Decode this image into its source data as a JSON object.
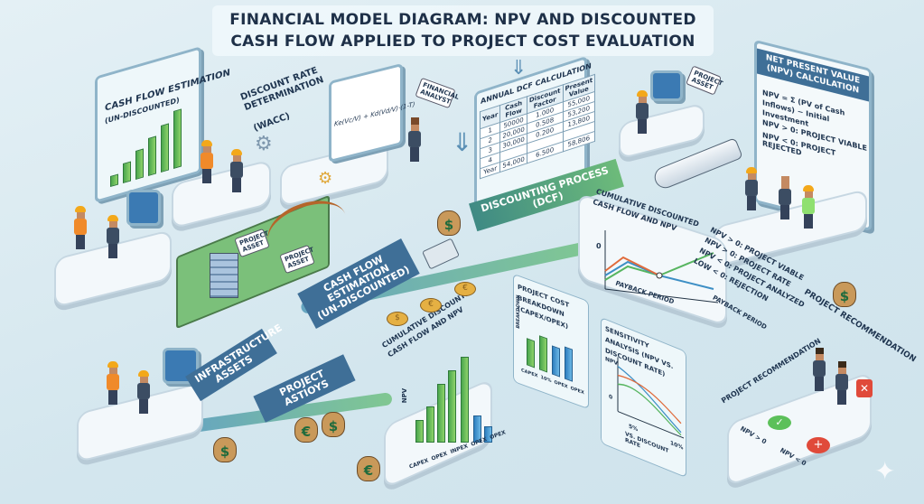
{
  "title": {
    "line1": "FINANCIAL MODEL DIAGRAM: NPV AND DISCOUNTED",
    "line2": "CASH FLOW APPLIED TO PROJECT COST EVALUATION"
  },
  "cash_flow_panel": {
    "title": "Cash Flow Estimation",
    "subtitle": "(Un-Discounted)"
  },
  "discount_rate": {
    "title": "Discount Rate Determination",
    "subtitle": "(WACC)",
    "formula": "Ke(Vc/V) + Kd(Vd/V)·(1-T)"
  },
  "financial_analyst_tag": "Financial Analyst",
  "dcf_table": {
    "title": "Annual DCF Calculation",
    "headers": [
      "Year",
      "Cash Flow",
      "Discount Factor",
      "Present Value"
    ],
    "rows": [
      [
        "1",
        "50000",
        "1.000",
        "55,000"
      ],
      [
        "2",
        "20,000",
        "0.508",
        "53,200"
      ],
      [
        "3",
        "30,000",
        "0.200",
        "13,800"
      ],
      [
        "4",
        "",
        "",
        ""
      ],
      [
        "Year",
        "54,000",
        "6.500",
        "58,806"
      ]
    ]
  },
  "project_asset_tags": [
    "Project Asset",
    "Project Asset",
    "Project Asset"
  ],
  "npv_panel": {
    "title": "Net Present Value (NPV) Calculation",
    "formula": "NPV = Σ (PV of Cash Inflows) − Initial Investment",
    "rule1": "NPV > 0: Project Viable",
    "rule2": "NPV < 0: Project Rejected"
  },
  "discounting_banner": {
    "line1": "Discounting Process",
    "line2": "(DCF)"
  },
  "cumulative_top": {
    "title": "Cumulative Discounted Cash Flow and NPV",
    "zero": "0",
    "xlabel": "Payback Period",
    "end_label": "Payback Period",
    "bullets": [
      "NPV > 0: Project Viable",
      "NPV > 0: Project Rate",
      "NPV < 0: Project Analyzed",
      "Low < 0: Rejection"
    ]
  },
  "infrastructure_banner": "Infrastructure Assets",
  "cash_flow_banner": {
    "line1": "Cash Flow Estimation",
    "line2": "(Un-Discounted)"
  },
  "project_banner": "Project Astioys",
  "cumulative_bottom": {
    "title": "Cumulative Discounted Cash Flow and NPV",
    "ylabel": "NPV",
    "xlabels": [
      "CAPEX",
      "OPEX",
      "INPEX",
      "OPEX",
      "OPEX"
    ]
  },
  "cost_breakdown": {
    "title": "Project Cost Breakdown (CAPEX/OPEX)",
    "ylabel": "Breakdown",
    "xlabels": [
      "CAPEX",
      "10%",
      "OPEX",
      "OPEX"
    ]
  },
  "sensitivity": {
    "title": "Sensitivity Analysis (NPV vs. Discount Rate)",
    "ylabel": "NPV",
    "zero": "0",
    "x1": "5%",
    "x2": "10%",
    "xlabel": "vs. Discount Rate"
  },
  "recommendation": {
    "title": "Project Recommendation",
    "label": "Project Recommendation",
    "positive": "NPV > 0",
    "negative": "NPV < 0"
  },
  "currency": {
    "dollar": "$",
    "euro": "€"
  }
}
